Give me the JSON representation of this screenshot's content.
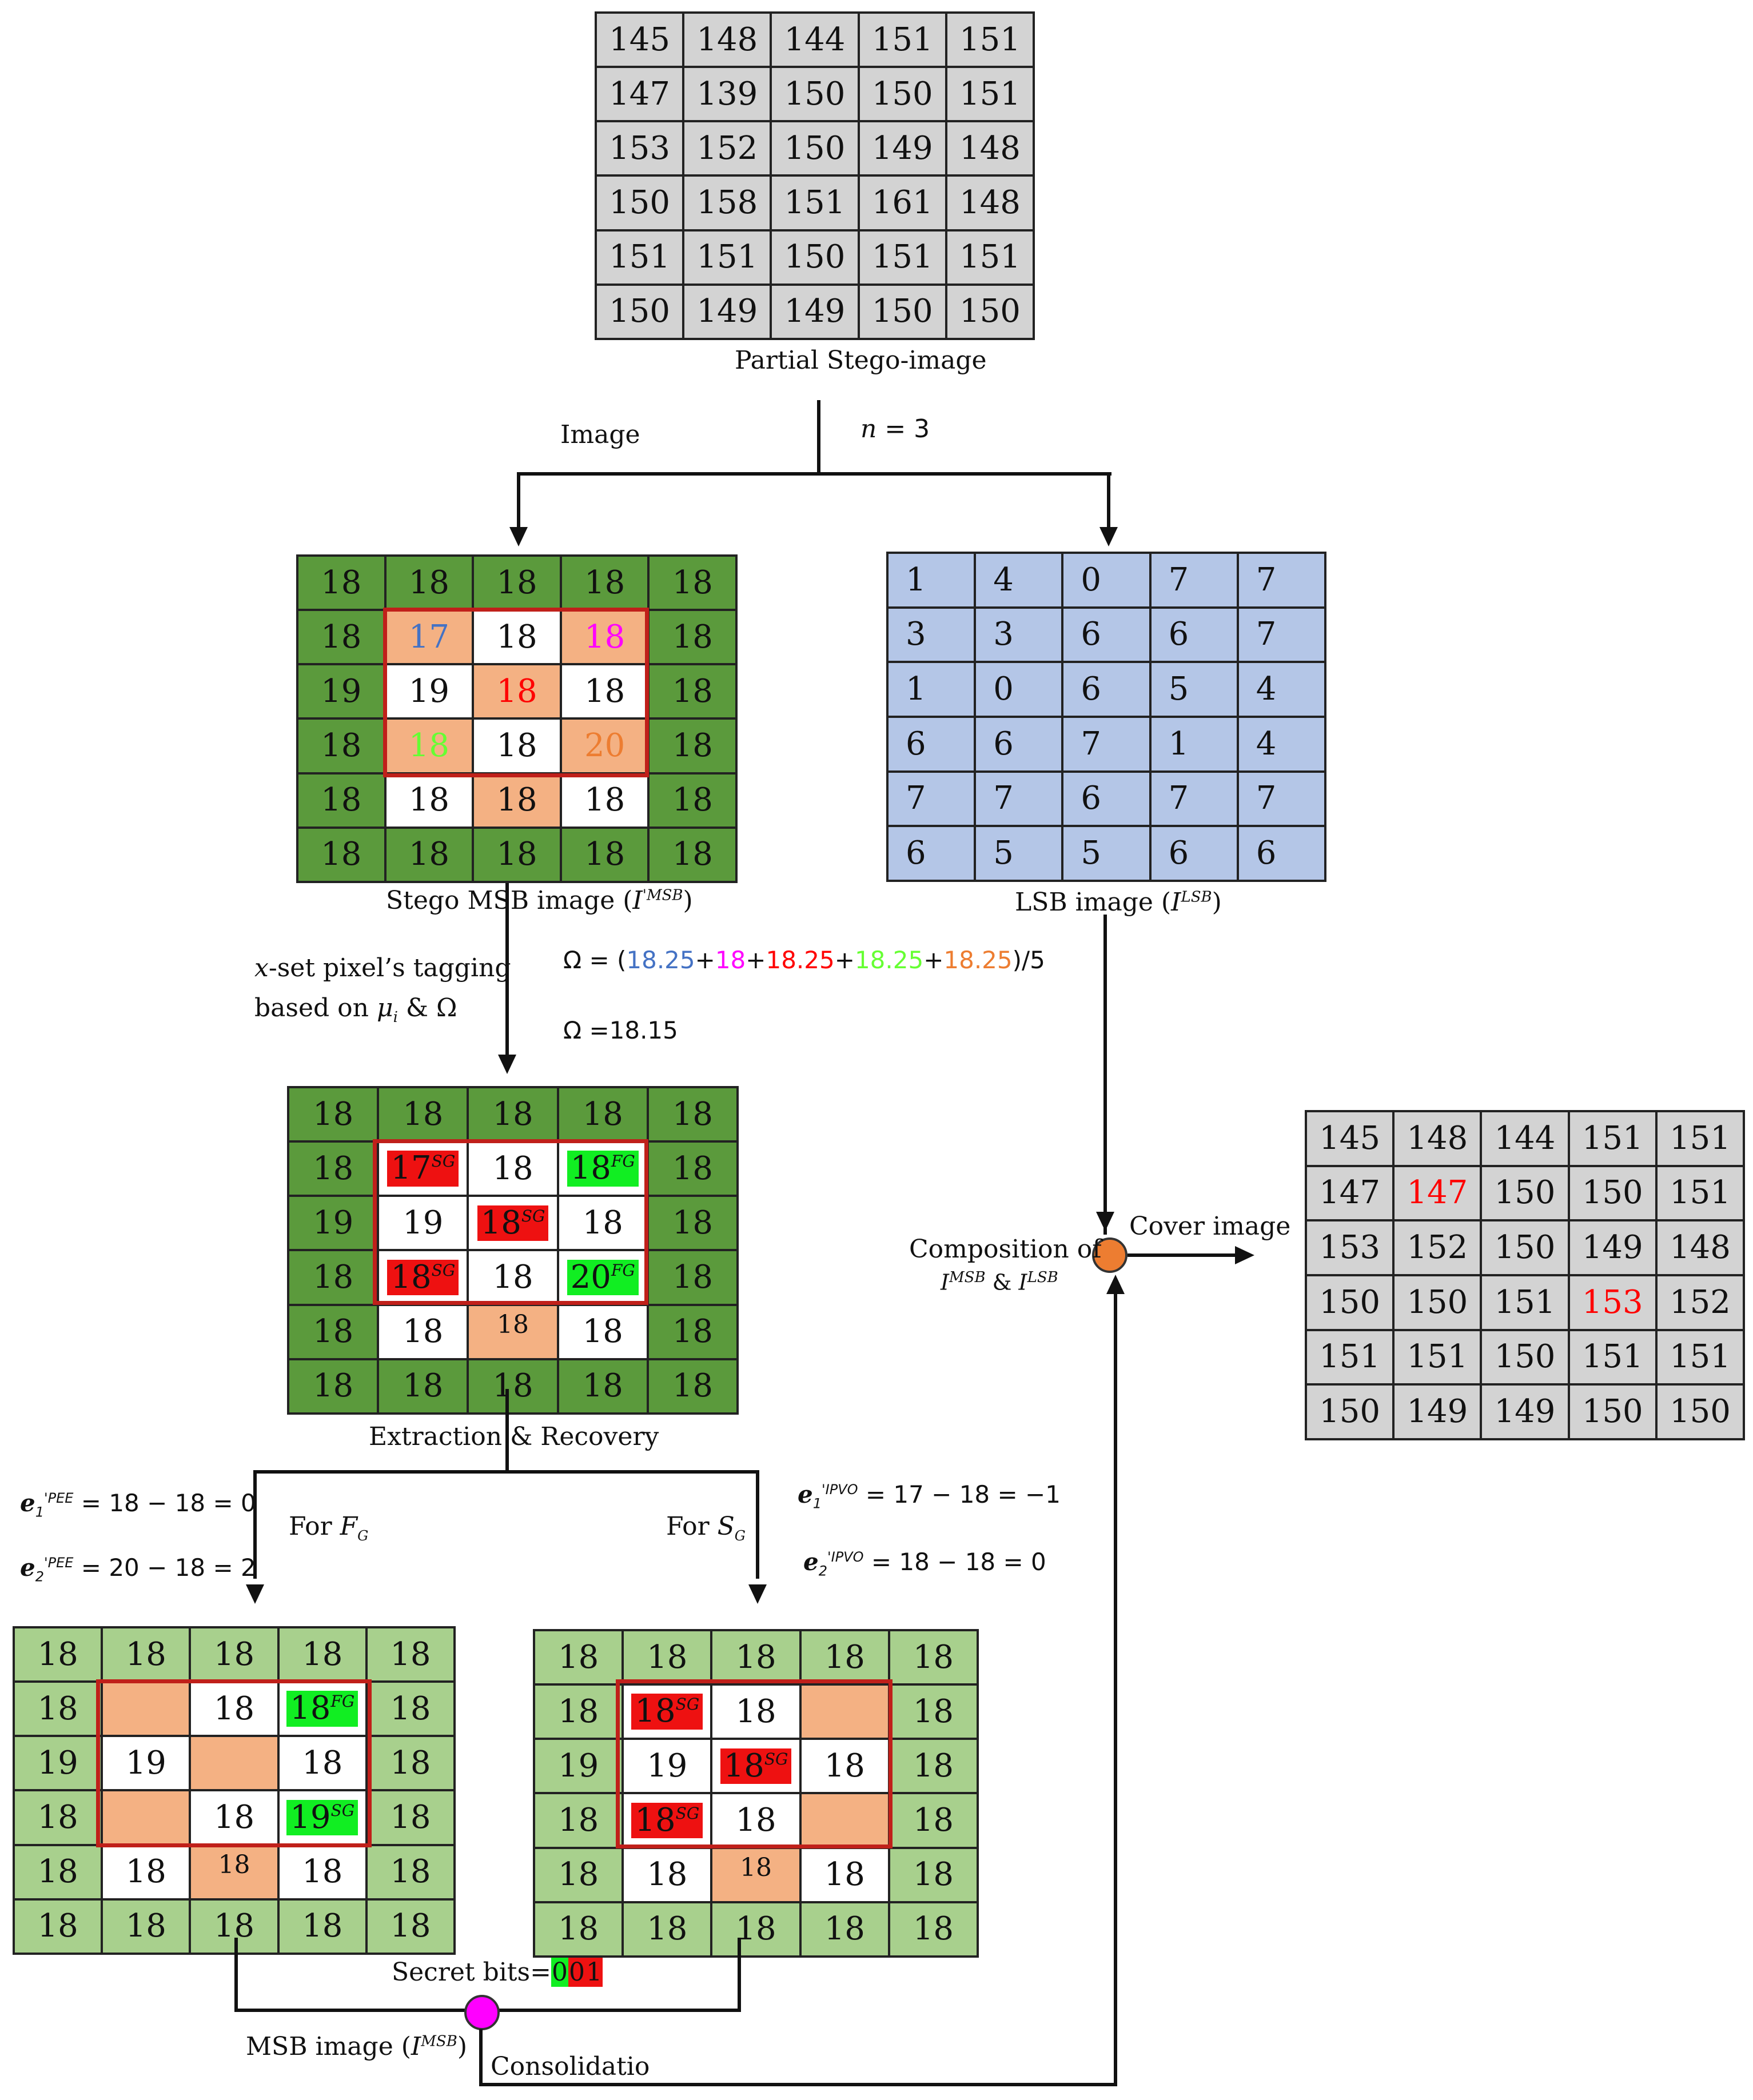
{
  "colors": {
    "gray": "#d3d3d3",
    "dark_green": "#5b9a3c",
    "light_green": "#a8d08d",
    "blue": "#b4c6e7",
    "peach": "#f4b183",
    "white": "#ffffff",
    "frame_red": "#c0201a",
    "tag_red": "#ee1111",
    "tag_green": "#11ee22",
    "orange_node": "#ed7d31",
    "magenta_node": "#ff00ff",
    "omega_blue": "#4472c4",
    "omega_magenta": "#ff00ff",
    "omega_red": "#ff0000",
    "omega_green": "#66ff33",
    "omega_orange": "#ed7d31",
    "cover_red": "#ff0000"
  },
  "partial_stego": {
    "caption": "Partial Stego-image",
    "rows": [
      [
        "145",
        "148",
        "144",
        "151",
        "151"
      ],
      [
        "147",
        "139",
        "150",
        "150",
        "151"
      ],
      [
        "153",
        "152",
        "150",
        "149",
        "148"
      ],
      [
        "150",
        "158",
        "151",
        "161",
        "148"
      ],
      [
        "151",
        "151",
        "150",
        "151",
        "151"
      ],
      [
        "150",
        "149",
        "149",
        "150",
        "150"
      ]
    ]
  },
  "split": {
    "left_label": "Image",
    "right_label_var": "n",
    "right_label_rest": " = 3"
  },
  "stego_msb": {
    "caption_text": "Stego MSB image (",
    "caption_var": "I",
    "caption_sup": "'MSB",
    "caption_end": ")",
    "rows": [
      [
        "18",
        "18",
        "18",
        "18",
        "18"
      ],
      [
        "18",
        "17",
        "18",
        "18",
        "18"
      ],
      [
        "19",
        "19",
        "18",
        "18",
        "18"
      ],
      [
        "18",
        "18",
        "18",
        "20",
        "18"
      ],
      [
        "18",
        "18",
        "18",
        "18",
        "18"
      ],
      [
        "18",
        "18",
        "18",
        "18",
        "18"
      ]
    ]
  },
  "lsb": {
    "caption_text": "LSB image (",
    "caption_var": "I",
    "caption_sup": "LSB",
    "caption_end": ")",
    "rows": [
      [
        "1",
        "4",
        "0",
        "7",
        "7"
      ],
      [
        "3",
        "3",
        "6",
        "6",
        "7"
      ],
      [
        "1",
        "0",
        "6",
        "5",
        "4"
      ],
      [
        "6",
        "6",
        "7",
        "1",
        "4"
      ],
      [
        "7",
        "7",
        "6",
        "7",
        "7"
      ],
      [
        "6",
        "5",
        "5",
        "6",
        "6"
      ]
    ]
  },
  "tagging": {
    "line1_var": "x",
    "line1_rest": "-set pixel’s tagging",
    "line2_text": "based on ",
    "line2_mu": "μ",
    "line2_mu_sub": "i",
    "line2_rest": " & Ω"
  },
  "omega": {
    "prefix": "Ω = (",
    "terms": [
      "18.25",
      "18",
      "18.25",
      "18.25",
      "18.25"
    ],
    "suffix": ")/5",
    "result": "Ω =18.15"
  },
  "extraction": {
    "caption": "Extraction & Recovery",
    "rows": [
      [
        "18",
        "18",
        "18",
        "18",
        "18"
      ],
      [
        "18",
        "17",
        "18",
        "18",
        "18"
      ],
      [
        "19",
        "19",
        "18",
        "18",
        "18"
      ],
      [
        "18",
        "18",
        "18",
        "20",
        "18"
      ],
      [
        "18",
        "18",
        "18",
        "18",
        "18"
      ],
      [
        "18",
        "18",
        "18",
        "18",
        "18"
      ]
    ],
    "tag_sg": "SG",
    "tag_fg": "FG"
  },
  "fg_branch": {
    "label_text": "For ",
    "label_var": "F",
    "label_sub": "G",
    "eq1_var": "e",
    "eq1_sub": "1",
    "eq1_sup": "'PEE",
    "eq1_rest": " = 18 − 18 = 0",
    "eq2_var": "e",
    "eq2_sub": "2",
    "eq2_sup": "'PEE",
    "eq2_rest": " = 20 − 18 = 2",
    "rows": [
      [
        "18",
        "18",
        "18",
        "18",
        "18"
      ],
      [
        "18",
        "",
        "18",
        "18",
        "18"
      ],
      [
        "19",
        "19",
        "",
        "18",
        "18"
      ],
      [
        "18",
        "",
        "18",
        "19",
        "18"
      ],
      [
        "18",
        "18",
        "18",
        "18",
        "18"
      ],
      [
        "18",
        "18",
        "18",
        "18",
        "18"
      ]
    ],
    "tag_fg": "FG",
    "tag_sg": "SG"
  },
  "sg_branch": {
    "label_text": "For ",
    "label_var": "S",
    "label_sub": "G",
    "eq1_var": "e",
    "eq1_sub": "1",
    "eq1_sup": "'IPVO",
    "eq1_rest": " = 17 − 18 = −1",
    "eq2_var": "e",
    "eq2_sub": "2",
    "eq2_sup": "'IPVO",
    "eq2_rest": " = 18 − 18 = 0",
    "rows": [
      [
        "18",
        "18",
        "18",
        "18",
        "18"
      ],
      [
        "18",
        "18",
        "18",
        "",
        "18"
      ],
      [
        "19",
        "19",
        "18",
        "18",
        "18"
      ],
      [
        "18",
        "18",
        "18",
        "",
        "18"
      ],
      [
        "18",
        "18",
        "18",
        "18",
        "18"
      ],
      [
        "18",
        "18",
        "18",
        "18",
        "18"
      ]
    ],
    "tag_sg": "SG"
  },
  "secret": {
    "label": "Secret bits=",
    "bits": [
      "0",
      "0",
      "1"
    ]
  },
  "msb_out": {
    "caption_text": "MSB image (",
    "caption_var": "I",
    "caption_sup": "MSB",
    "caption_end": ")"
  },
  "consolidation": "Consolidatio",
  "composition": {
    "line1": "Composition of",
    "line2_a": "I",
    "line2_a_sup": "MSB",
    "line2_mid": " & ",
    "line2_b": "I",
    "line2_b_sup": "LSB"
  },
  "cover": {
    "label": "Cover image",
    "rows": [
      [
        "145",
        "148",
        "144",
        "151",
        "151"
      ],
      [
        "147",
        "147",
        "150",
        "150",
        "151"
      ],
      [
        "153",
        "152",
        "150",
        "149",
        "148"
      ],
      [
        "150",
        "150",
        "151",
        "153",
        "152"
      ],
      [
        "151",
        "151",
        "150",
        "151",
        "151"
      ],
      [
        "150",
        "149",
        "149",
        "150",
        "150"
      ]
    ],
    "highlight": [
      "1-1",
      "3-3"
    ]
  }
}
